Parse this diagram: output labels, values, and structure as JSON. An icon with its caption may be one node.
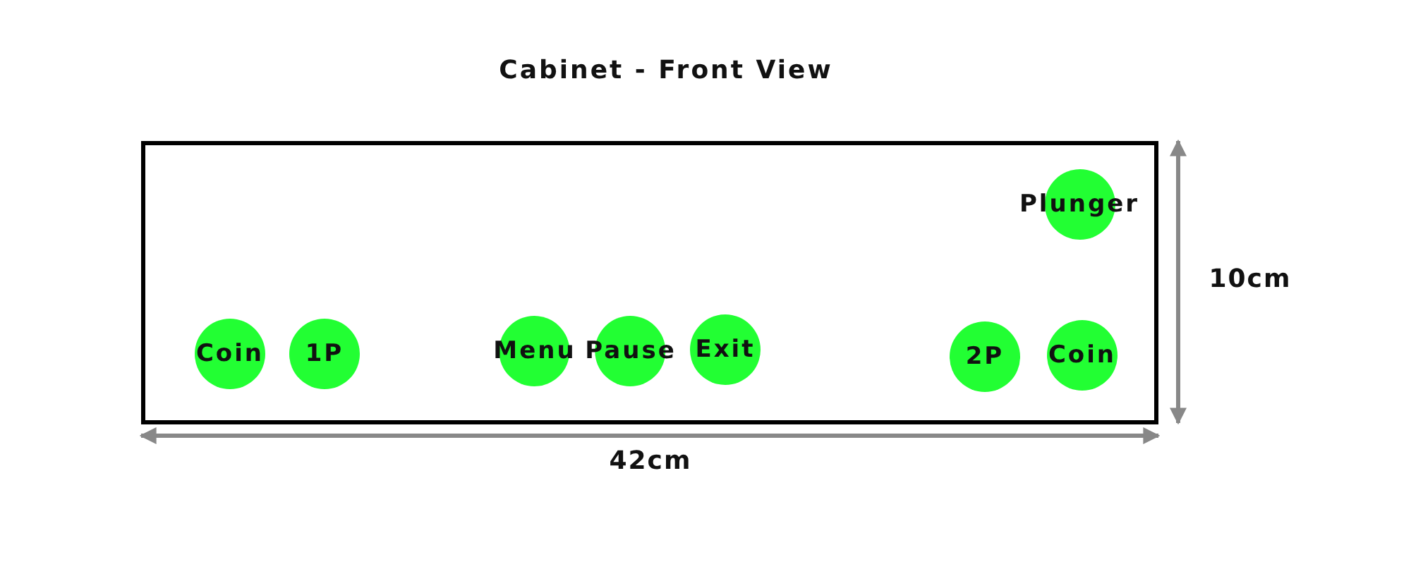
{
  "diagram": {
    "title": "Cabinet - Front View",
    "nodes": [
      {
        "text": [],
        "shape": "box"
      },
      {
        "text": [
          "Plunger"
        ],
        "in": 0
      },
      {
        "text": [
          "Coin"
        ],
        "in": 0
      },
      {
        "text": [
          "1P"
        ],
        "in": 0
      },
      {
        "text": [
          "Menu"
        ],
        "in": 0
      },
      {
        "text": [
          "Pause"
        ],
        "in": 0
      },
      {
        "text": [
          "Exit"
        ],
        "in": 0
      },
      {
        "text": [
          "2P"
        ],
        "in": 0
      },
      {
        "text": [
          "Coin"
        ],
        "in": 0
      }
    ],
    "edges": [],
    "labels": [
      "10cm",
      "42cm"
    ]
  }
}
